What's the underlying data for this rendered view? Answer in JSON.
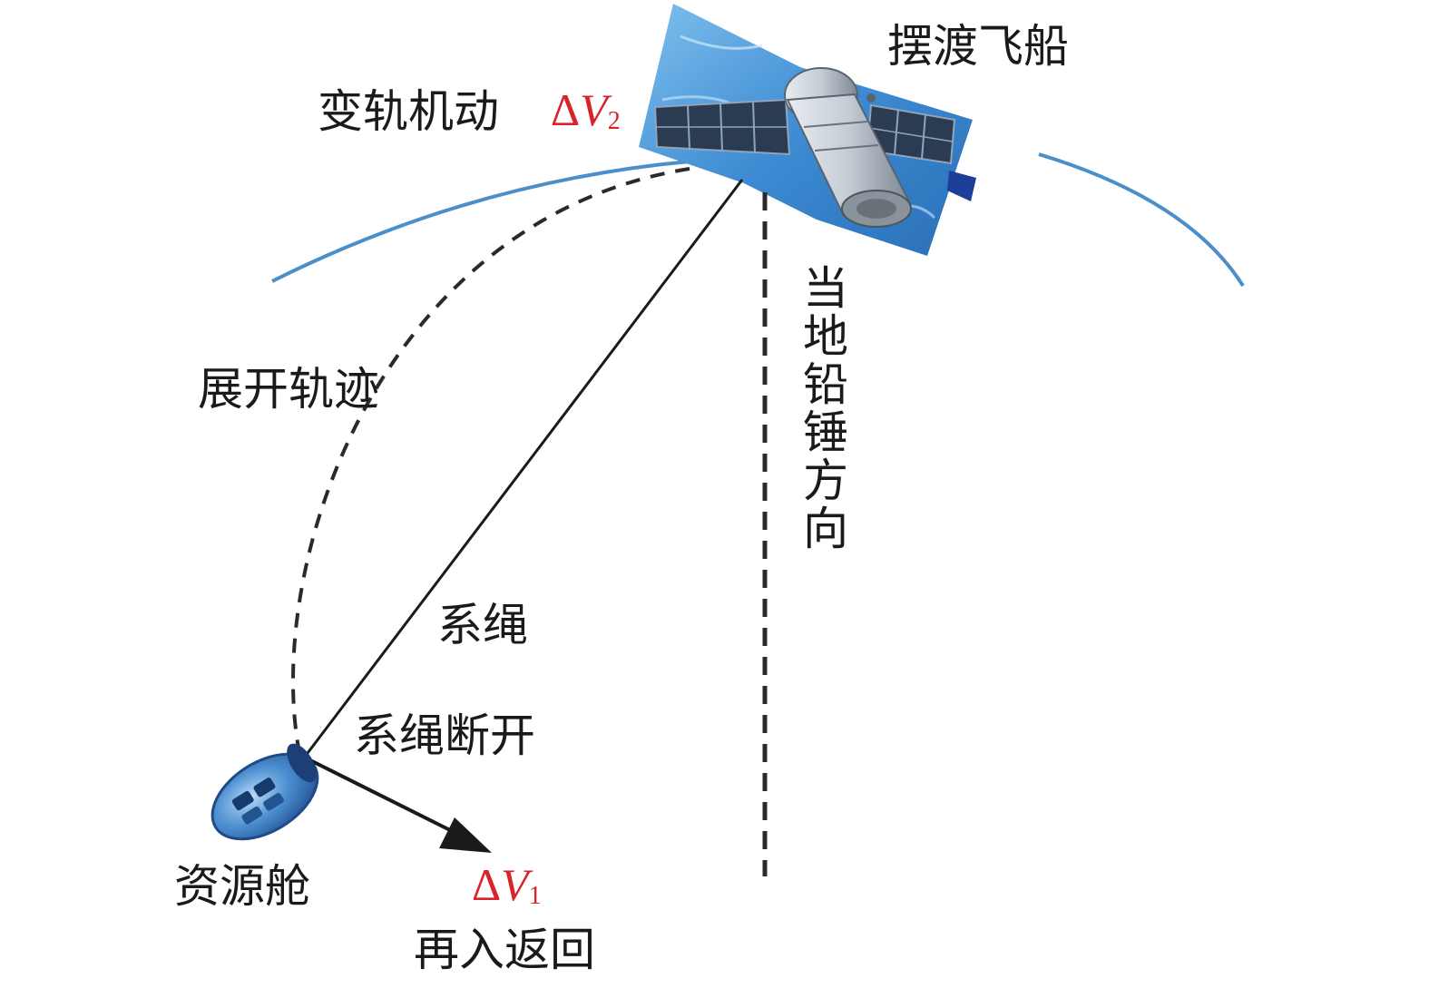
{
  "labels": {
    "ferry_spacecraft": "摆渡飞船",
    "orbit_maneuver": "变轨机动",
    "deploy_trajectory": "展开轨迹",
    "local_plumb": "当地铅锤方向",
    "tether": "系绳",
    "tether_cut": "系绳断开",
    "resource_capsule": "资源舱",
    "reentry_return": "再入返回"
  },
  "delta_v2": {
    "symbol": "Δ",
    "variable": "V",
    "subscript": "2"
  },
  "delta_v1": {
    "symbol": "Δ",
    "variable": "V",
    "subscript": "1"
  },
  "colors": {
    "orbit": "#4a8fc8",
    "accent_red": "#d8232a",
    "line": "#1a1a1a",
    "panel_blue": "#3a86cc"
  },
  "icons": [
    "spacecraft-icon",
    "solar-panel-icon",
    "resource-capsule-icon"
  ]
}
